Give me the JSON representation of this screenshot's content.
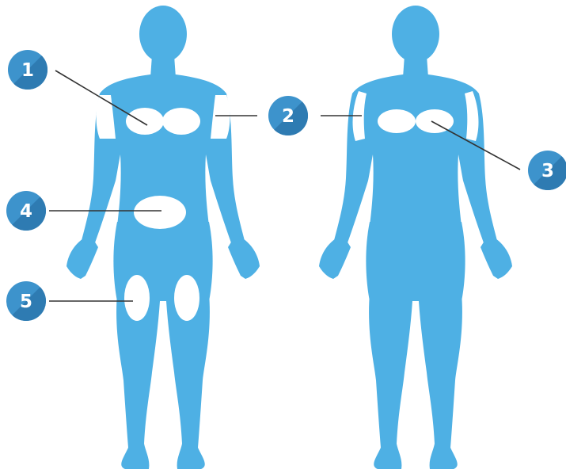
{
  "colors": {
    "body": "#4EB0E4",
    "site": "#FFFFFF",
    "badge": "#3D93CC",
    "badge_dark": "#2E7BB2",
    "leader_line": "#333333"
  },
  "figures": [
    {
      "name": "front-figure"
    },
    {
      "name": "back-figure"
    }
  ],
  "badges": [
    {
      "id": "1",
      "label": "1"
    },
    {
      "id": "2",
      "label": "2"
    },
    {
      "id": "3",
      "label": "3"
    },
    {
      "id": "4",
      "label": "4"
    },
    {
      "id": "5",
      "label": "5"
    }
  ]
}
